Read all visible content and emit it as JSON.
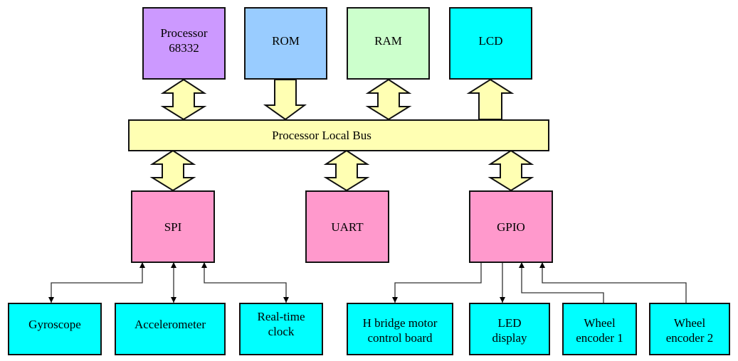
{
  "diagram": {
    "top_blocks": [
      {
        "id": "processor",
        "label": "Processor\n68332",
        "color": "#cc99ff",
        "bus_link": "bidirectional"
      },
      {
        "id": "rom",
        "label": "ROM",
        "color": "#99ccff",
        "bus_link": "to-bus"
      },
      {
        "id": "ram",
        "label": "RAM",
        "color": "#ccffcc",
        "bus_link": "bidirectional"
      },
      {
        "id": "lcd",
        "label": "LCD",
        "color": "#00ffff",
        "bus_link": "from-bus"
      }
    ],
    "bus": {
      "label": "Processor Local Bus",
      "color": "#ffffb3"
    },
    "peripherals": [
      {
        "id": "spi",
        "label": "SPI",
        "color": "#ff99cc",
        "bus_link": "bidirectional"
      },
      {
        "id": "uart",
        "label": "UART",
        "color": "#ff99cc",
        "bus_link": "bidirectional"
      },
      {
        "id": "gpio",
        "label": "GPIO",
        "color": "#ff99cc",
        "bus_link": "bidirectional"
      }
    ],
    "devices": [
      {
        "id": "gyroscope",
        "label": "Gyroscope",
        "color": "#00ffff",
        "link": "SPI ↔ Gyroscope"
      },
      {
        "id": "accelerometer",
        "label": "Accelerometer",
        "color": "#00ffff",
        "link": "SPI ↔ Accelerometer"
      },
      {
        "id": "rtc",
        "label": "Real-time\nclock",
        "color": "#00ffff",
        "link": "SPI ↔ Real-time clock"
      },
      {
        "id": "hbridge",
        "label": "H bridge motor\ncontrol board",
        "color": "#00ffff",
        "link": "GPIO → H bridge"
      },
      {
        "id": "led",
        "label": "LED\ndisplay",
        "color": "#00ffff",
        "link": "GPIO → LED display"
      },
      {
        "id": "enc1",
        "label": "Wheel\nencoder 1",
        "color": "#00ffff",
        "link": "Wheel encoder 1 → GPIO"
      },
      {
        "id": "enc2",
        "label": "Wheel\nencoder 2",
        "color": "#00ffff",
        "link": "Wheel encoder 2 → GPIO"
      }
    ]
  }
}
